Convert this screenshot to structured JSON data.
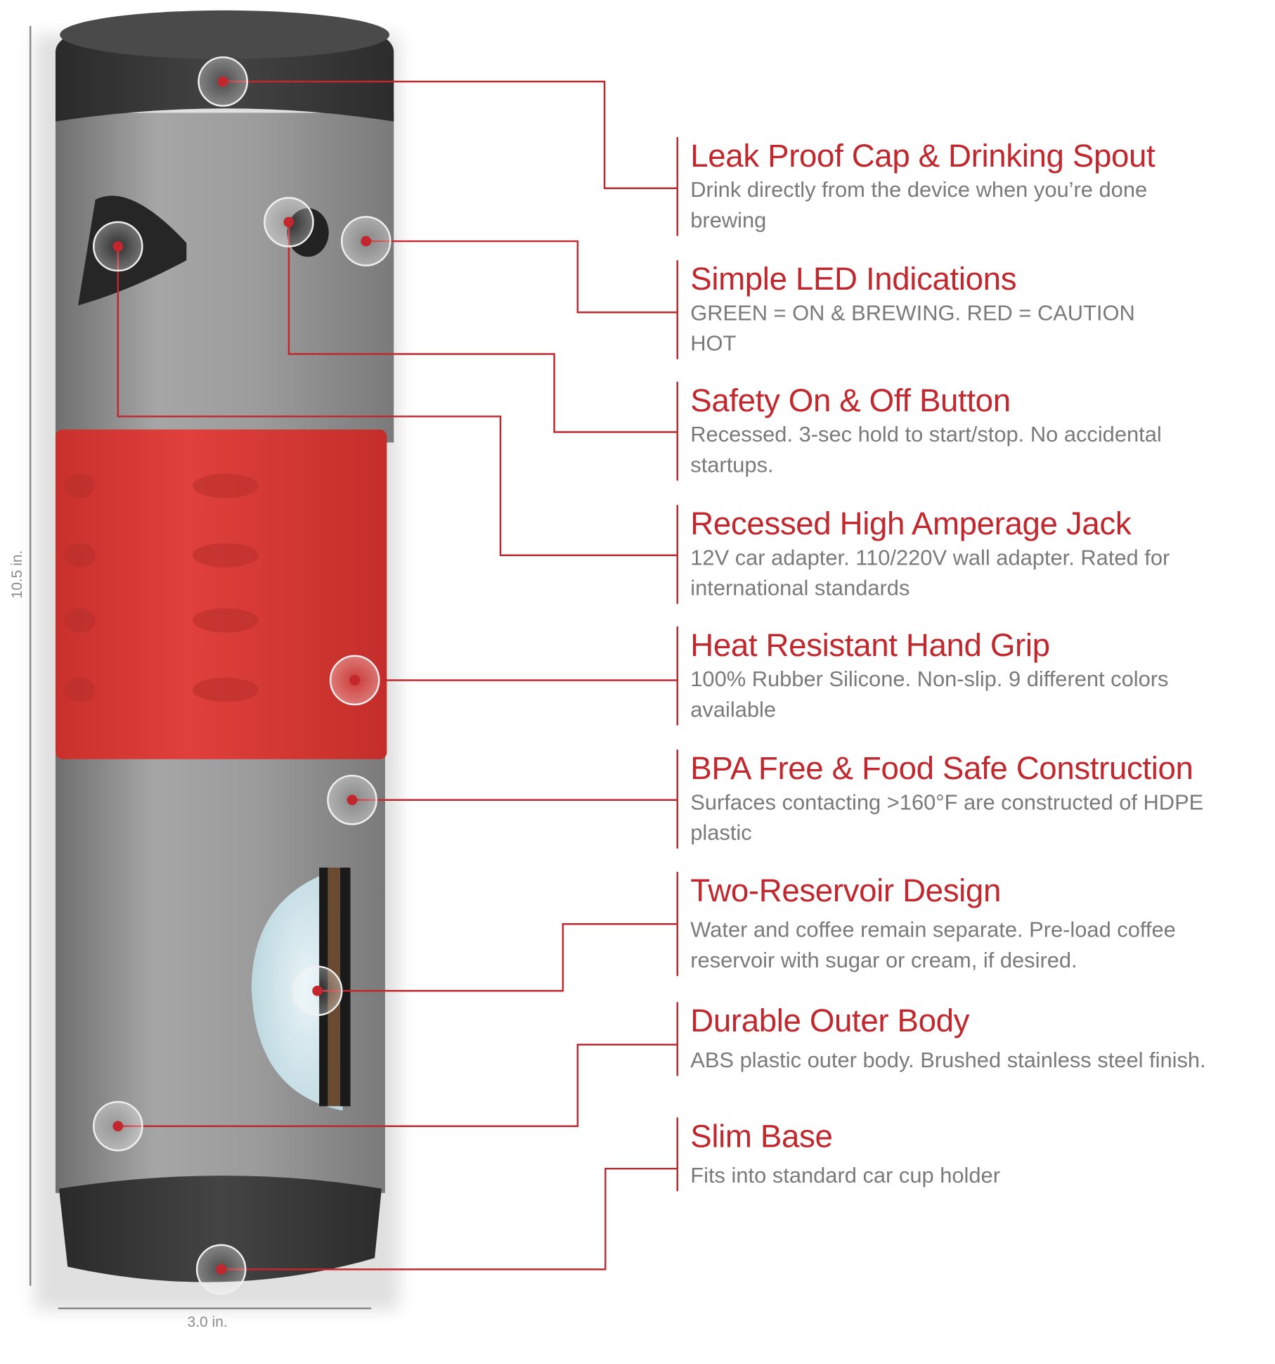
{
  "colors": {
    "accent": "#c1272d",
    "text": "#7a7a7a",
    "grip": "#d83a36",
    "steel": "#9a9a9a",
    "cap": "#3a3a3a"
  },
  "dimensions": {
    "height_label": "10.5 in.",
    "width_label": "3.0 in."
  },
  "features": [
    {
      "title": "Leak Proof Cap & Drinking Spout",
      "desc_lines": [
        "Drink directly from the device when you’re done",
        "brewing"
      ]
    },
    {
      "title": "Simple LED Indications",
      "desc_lines": [
        "GREEN = ON & BREWING. RED = CAUTION",
        "HOT"
      ]
    },
    {
      "title": "Safety On & Off Button",
      "desc_lines": [
        "Recessed. 3-sec hold to start/stop. No accidental",
        "startups."
      ]
    },
    {
      "title": "Recessed High Amperage Jack",
      "desc_lines": [
        "12V car adapter. 110/220V wall adapter. Rated for",
        "international standards"
      ]
    },
    {
      "title": "Heat Resistant Hand Grip",
      "desc_lines": [
        "100% Rubber Silicone. Non-slip. 9 different colors",
        "available"
      ]
    },
    {
      "title": "BPA Free & Food Safe Construction",
      "desc_lines": [
        "Surfaces contacting >160°F are constructed of HDPE",
        "plastic"
      ]
    },
    {
      "title": "Two-Reservoir Design",
      "desc_lines": [
        "Water and coffee remain separate. Pre-load coffee",
        "reservoir with sugar or cream, if desired."
      ]
    },
    {
      "title": "Durable Outer Body",
      "desc_lines": [
        "ABS plastic outer body. Brushed stainless steel finish."
      ]
    },
    {
      "title": "Slim Base",
      "desc_lines": [
        "Fits into standard car cup holder"
      ]
    }
  ]
}
